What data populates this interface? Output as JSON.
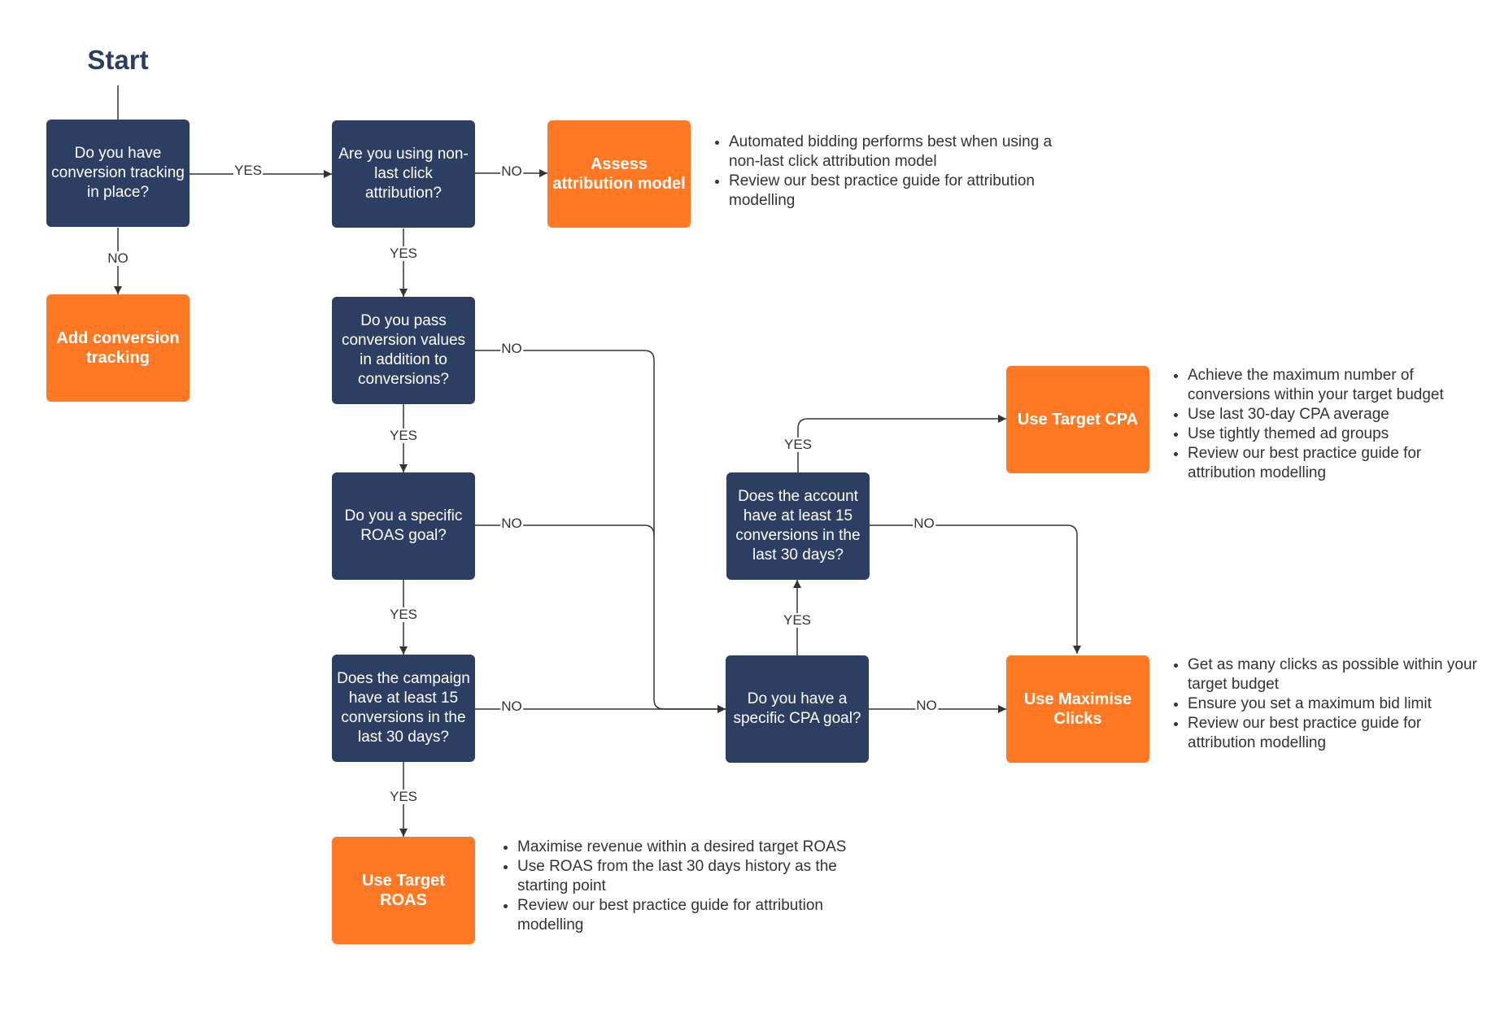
{
  "title": "Start",
  "nodes": {
    "q_tracking": "Do you have conversion tracking in place?",
    "a_add_tracking": "Add conversion tracking",
    "q_attribution": "Are you using non-last click attribution?",
    "a_assess": "Assess attribution model",
    "q_conv_values": "Do you pass conversion values in addition to conversions?",
    "q_roas_goal": "Do you a specific ROAS goal?",
    "q_campaign_15": "Does the campaign have at least 15 conversions in the last 30 days?",
    "a_target_roas": "Use Target ROAS",
    "q_cpa_goal": "Do you have a specific CPA goal?",
    "q_account_15": "Does the account have at least 15 conversions in the last 30 days?",
    "a_target_cpa": "Use Target CPA",
    "a_max_clicks": "Use Maximise Clicks"
  },
  "labels": {
    "yes": "YES",
    "no": "NO"
  },
  "notes": {
    "assess": [
      "Automated bidding performs best when using a non-last click attribution model",
      "Review our best practice guide for attribution modelling"
    ],
    "target_cpa": [
      "Achieve the maximum number of conversions within your target budget",
      "Use last 30-day CPA average",
      "Use tightly themed ad groups",
      "Review our best practice guide for attribution modelling"
    ],
    "max_clicks": [
      "Get as many clicks as possible within your target budget",
      "Ensure you set a maximum bid limit",
      "Review our best practice guide for attribution modelling"
    ],
    "target_roas": [
      "Maximise revenue within a desired target ROAS",
      "Use ROAS from the last 30 days history as the starting point",
      "Review our best practice guide for attribution modelling"
    ]
  },
  "colors": {
    "question": "#2d3e63",
    "action": "#ff7823",
    "connector": "#333333"
  }
}
